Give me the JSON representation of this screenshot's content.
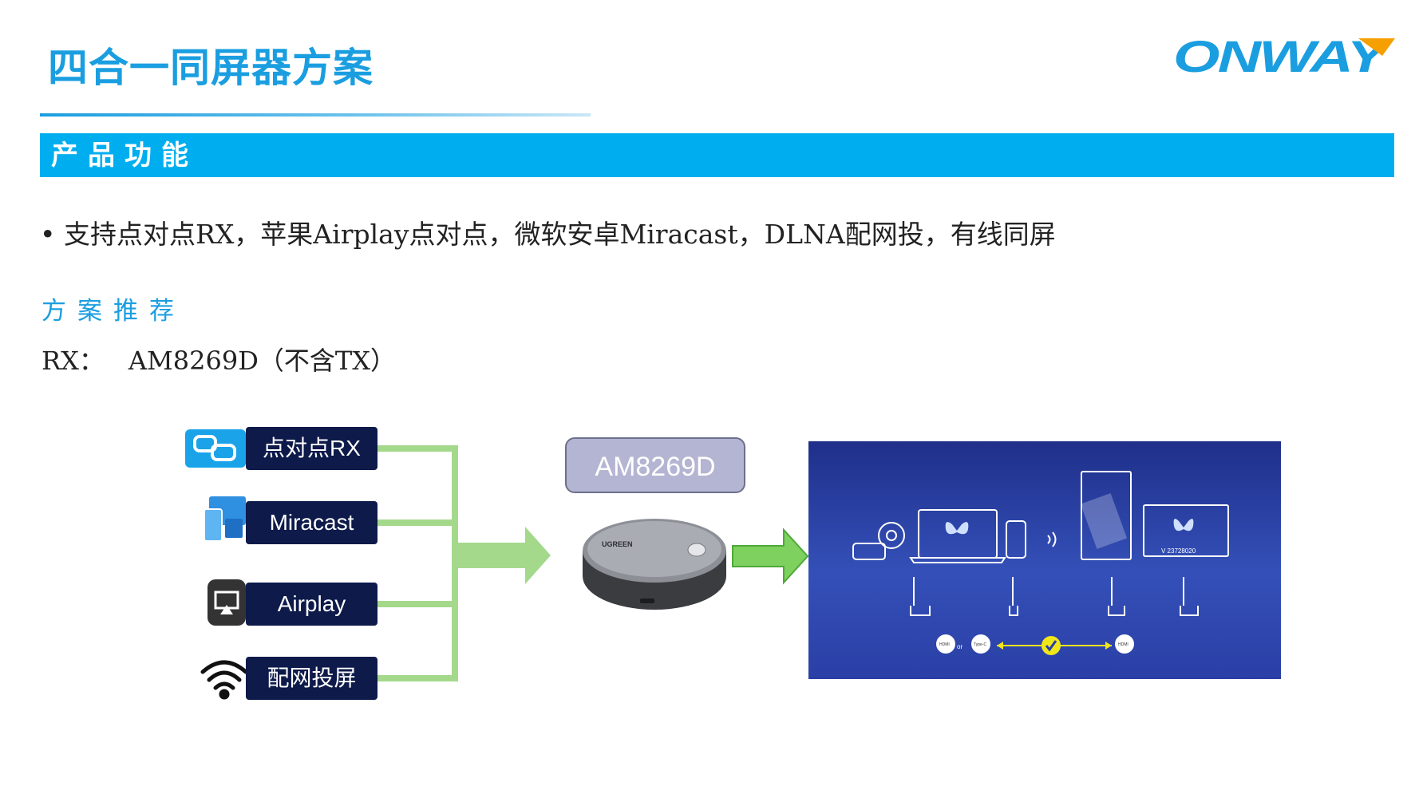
{
  "header": {
    "title": "四合一同屏器方案",
    "logo_text": "ONWAY"
  },
  "section": {
    "title": "产品功能"
  },
  "content": {
    "bullet_mark": "•",
    "bullet_text": "支持点对点RX，苹果Airplay点对点，微软安卓Miracast，DLNA配网投，有线同屏",
    "subheading": "方案推荐",
    "rx_label": "RX：",
    "rx_value": "AM8269D（不含TX）"
  },
  "diagram": {
    "protocols": [
      {
        "label": "点对点RX",
        "icon": "chat-bubbles-icon"
      },
      {
        "label": "Miracast",
        "icon": "devices-icon"
      },
      {
        "label": "Airplay",
        "icon": "airplay-icon"
      },
      {
        "label": "配网投屏",
        "icon": "wifi-icon"
      }
    ],
    "chip_label": "AM8269D",
    "device_brand": "UGREEN",
    "screen": {
      "tv_version": "V 23728020",
      "port_hdmi": "HDMI",
      "port_or": "or",
      "port_typec": "Type-C"
    },
    "colors": {
      "brand_blue": "#1a9ee0",
      "section_bar": "#00aeef",
      "connector_green": "#a4d98c",
      "arrow_green": "#7fd15f",
      "label_navy": "#0d1a4a",
      "screen_bg": "#263a9c"
    }
  }
}
